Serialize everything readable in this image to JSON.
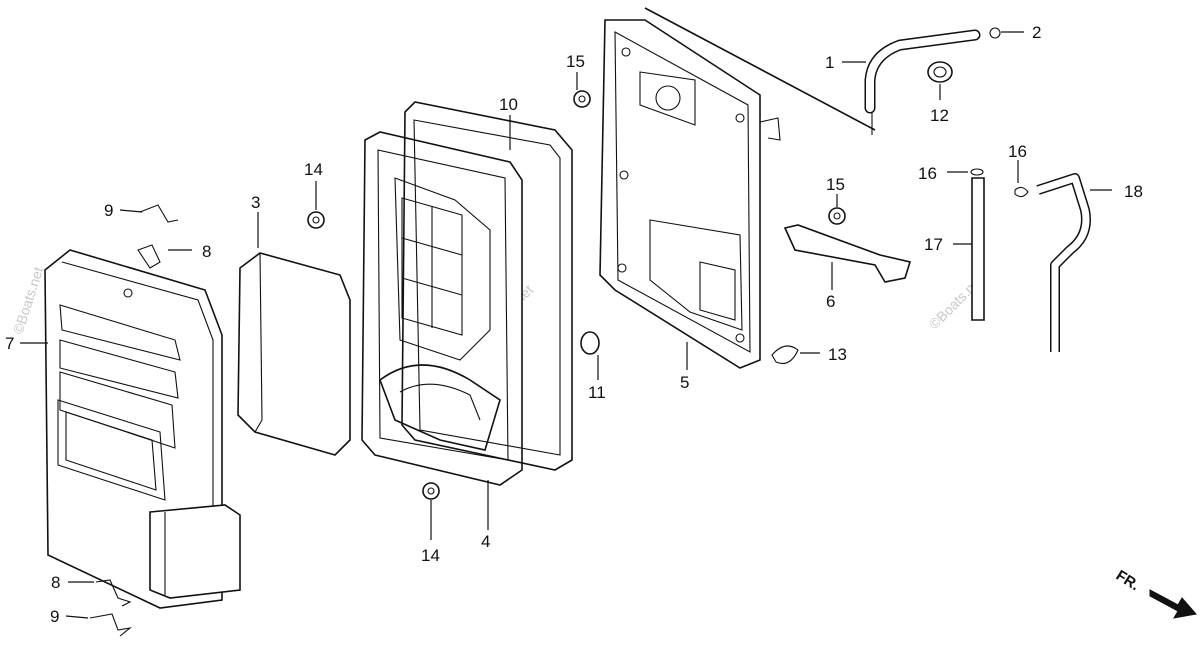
{
  "watermark": "©Boats.net",
  "front_indicator": "FR.",
  "callouts": {
    "c1": "1",
    "c2": "2",
    "c3": "3",
    "c4": "4",
    "c5": "5",
    "c6": "6",
    "c7": "7",
    "c8a": "8",
    "c8b": "8",
    "c9a": "9",
    "c9b": "9",
    "c10": "10",
    "c11": "11",
    "c12": "12",
    "c13": "13",
    "c14a": "14",
    "c14b": "14",
    "c15a": "15",
    "c15b": "15",
    "c16a": "16",
    "c16b": "16",
    "c17": "17",
    "c18": "18"
  }
}
